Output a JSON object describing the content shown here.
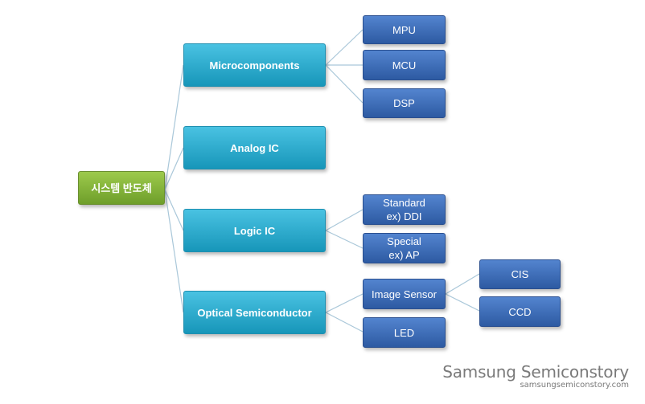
{
  "diagram": {
    "root": {
      "label": "시스템 반도체"
    },
    "level1": {
      "microcomponents": "Microcomponents",
      "analog_ic": "Analog IC",
      "logic_ic": "Logic IC",
      "optical": "Optical Semiconductor"
    },
    "level2": {
      "mpu": "MPU",
      "mcu": "MCU",
      "dsp": "DSP",
      "standard": "Standard\nex) DDI",
      "special": "Special\nex) AP",
      "image_sensor": "Image Sensor",
      "led": "LED"
    },
    "level3": {
      "cis": "CIS",
      "ccd": "CCD"
    }
  },
  "watermark": {
    "name": "Samsung Semiconstory",
    "url": "samsungsemiconstory.com"
  },
  "colors": {
    "root": "#7fb13a",
    "level1": "#2aaed3",
    "level2": "#3c6cba",
    "connector": "#a9c7d9"
  }
}
